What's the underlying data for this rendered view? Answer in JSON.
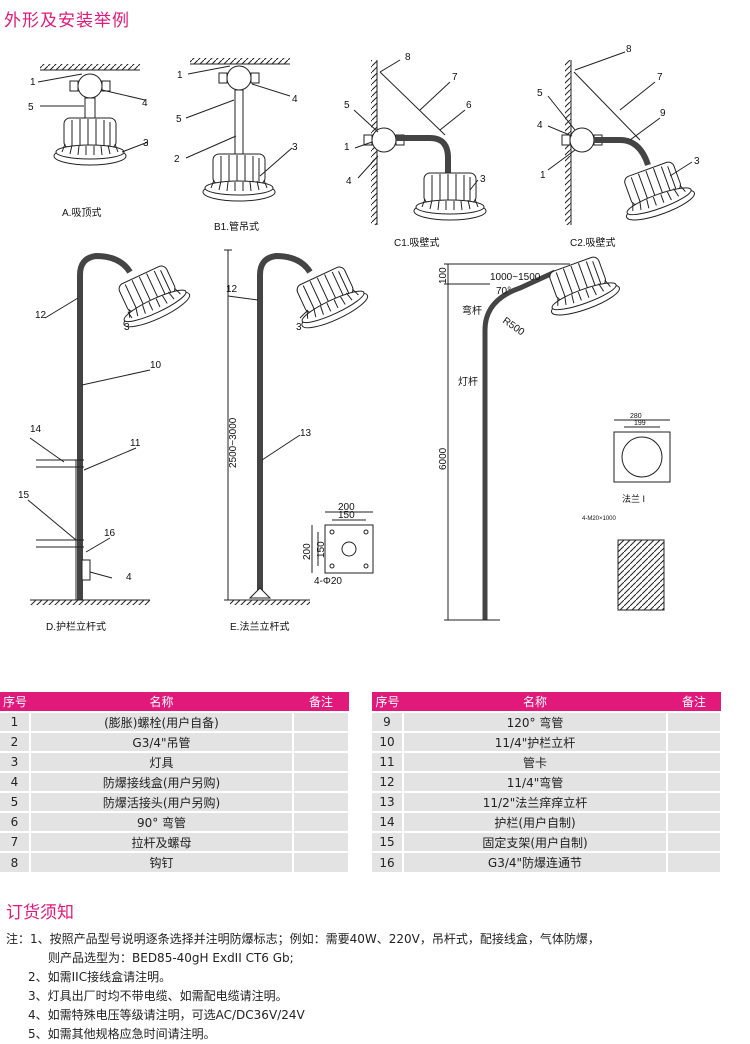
{
  "section_title": "外形及安装举例",
  "figures": {
    "A": {
      "caption": "A.吸顶式",
      "callouts": [
        "1",
        "5",
        "4",
        "3"
      ]
    },
    "B1": {
      "caption": "B1.管吊式",
      "callouts": [
        "1",
        "5",
        "2",
        "4",
        "3"
      ]
    },
    "C1": {
      "caption": "C1.吸壁式",
      "callouts": [
        "8",
        "7",
        "6",
        "5",
        "1",
        "4",
        "3"
      ]
    },
    "C2": {
      "caption": "C2.吸壁式",
      "callouts": [
        "8",
        "7",
        "9",
        "5",
        "4",
        "1",
        "3"
      ]
    },
    "D": {
      "caption": "D.护栏立杆式",
      "callouts": [
        "12",
        "3",
        "10",
        "14",
        "11",
        "15",
        "16",
        "4"
      ]
    },
    "E": {
      "caption": "E.法兰立杆式",
      "callouts": [
        "12",
        "3",
        "13"
      ],
      "dimension": "2500~3000",
      "flange": {
        "w1": "200",
        "w2": "150",
        "h1": "200",
        "h2": "150",
        "holes": "4-Φ20"
      }
    },
    "F": {
      "top": "100",
      "span": "1000~1500",
      "angle": "70°",
      "radius": "R500",
      "bent_pole": "弯杆",
      "pole": "灯杆",
      "height": "6000",
      "flange_w1": "280",
      "flange_w2": "199",
      "flange_caption": "法兰 I",
      "bolt": "4-M20×1000"
    }
  },
  "parts_table": {
    "headers": [
      "序号",
      "名称",
      "备注"
    ],
    "left": [
      {
        "no": "1",
        "name": "(膨胀)螺栓(用户自备)",
        "note": ""
      },
      {
        "no": "2",
        "name": "G3/4\"吊管",
        "note": ""
      },
      {
        "no": "3",
        "name": "灯具",
        "note": ""
      },
      {
        "no": "4",
        "name": "防爆接线盒(用户另购)",
        "note": ""
      },
      {
        "no": "5",
        "name": "防爆活接头(用户另购)",
        "note": ""
      },
      {
        "no": "6",
        "name": "90° 弯管",
        "note": ""
      },
      {
        "no": "7",
        "name": "拉杆及螺母",
        "note": ""
      },
      {
        "no": "8",
        "name": "钩钉",
        "note": ""
      }
    ],
    "right": [
      {
        "no": "9",
        "name": "120° 弯管",
        "note": ""
      },
      {
        "no": "10",
        "name": "11/4\"护栏立杆",
        "note": ""
      },
      {
        "no": "11",
        "name": "管卡",
        "note": ""
      },
      {
        "no": "12",
        "name": "11/4\"弯管",
        "note": ""
      },
      {
        "no": "13",
        "name": "11/2\"法兰痒痒立杆",
        "note": ""
      },
      {
        "no": "14",
        "name": "护栏(用户自制)",
        "note": ""
      },
      {
        "no": "15",
        "name": "固定支架(用户自制)",
        "note": ""
      },
      {
        "no": "16",
        "name": "G3/4\"防爆连通节",
        "note": ""
      }
    ]
  },
  "order_title": "订货须知",
  "notes": [
    "注：1、按照产品型号说明逐条选择并注明防爆标志；例如：需要40W、220V，吊杆式，配接线盒，气体防爆，",
    "则产品选型为：BED85-40gH ExdII CT6  Gb;",
    "2、如需IIC接线盒请注明。",
    "3、灯具出厂时均不带电缆、如需配电缆请注明。",
    "4、如需特殊电压等级请注明，可选AC/DC36V/24V",
    "5、如需其他规格应急时间请注明。"
  ],
  "colors": {
    "accent": "#e0197a",
    "row_bg": "#e3e3e3"
  }
}
